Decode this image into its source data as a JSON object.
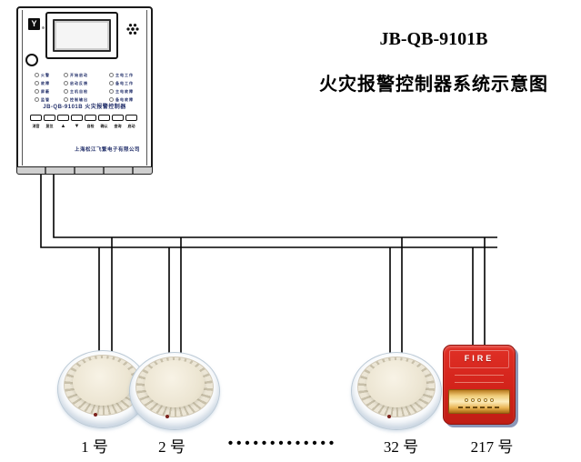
{
  "title": {
    "model": "JB-QB-9101B",
    "subtitle": "火灾报警控制器系统示意图"
  },
  "panel": {
    "logo_glyph": "Y",
    "model_label": "JB-QB-9101B  火灾报警控制器",
    "company": "上海松江飞繁电子有限公司",
    "led_labels": {
      "col1": [
        "火警",
        "故障",
        "屏蔽",
        "监管"
      ],
      "col2": [
        "开始启动",
        "启动反馈",
        "主机自检",
        "控制输出"
      ],
      "col3": [
        "主电工作",
        "备电工作",
        "主电故障",
        "备电故障"
      ]
    },
    "button_labels": [
      "消音",
      "复位",
      "▲",
      "▼",
      "自检",
      "确认",
      "查询",
      "启动"
    ]
  },
  "devices": {
    "detector1": {
      "label": "1 号"
    },
    "detector2": {
      "label": "2 号"
    },
    "detector32": {
      "label": "32 号"
    },
    "bell": {
      "label": "217 号",
      "face_text": "FIRE"
    }
  },
  "separator": {
    "dots": "•••••••••••••"
  },
  "colors": {
    "wire": "#000000",
    "bell_red": "#d2221a",
    "bell_band_gold": "#e9b452",
    "panel_text_navy": "#23306b",
    "detector_body": "#ece5d2"
  }
}
